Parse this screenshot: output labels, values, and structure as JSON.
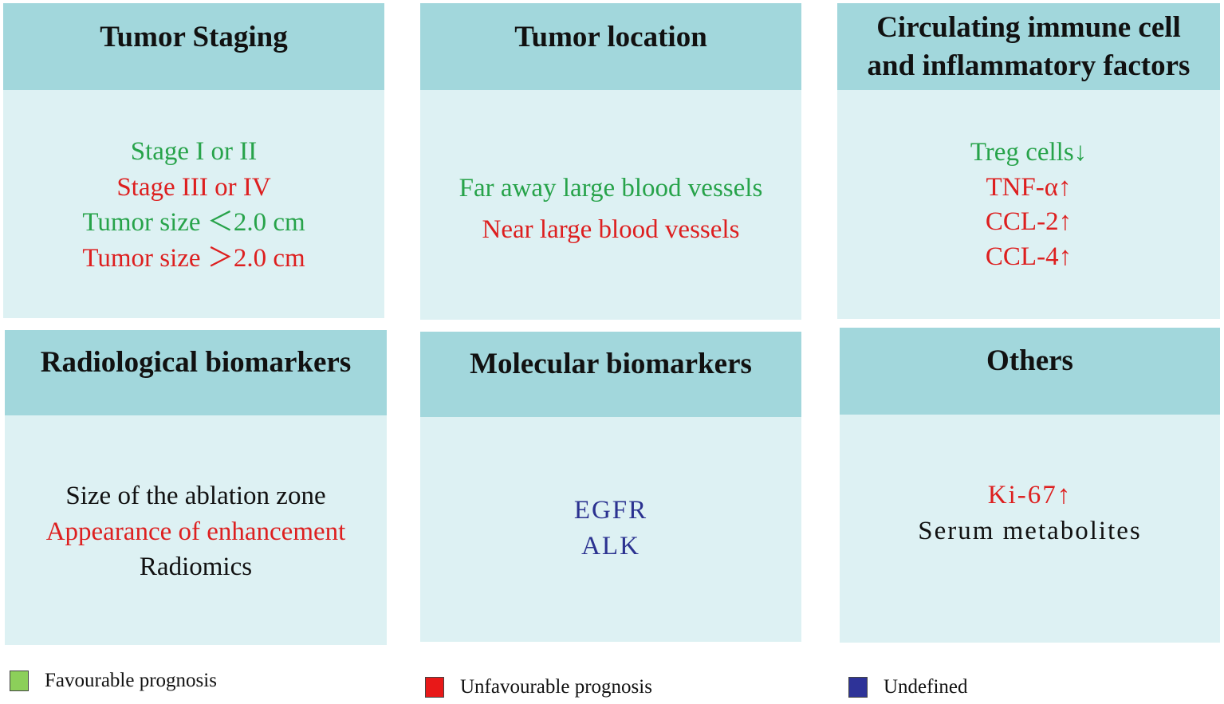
{
  "colors": {
    "favourable": "#27a34a",
    "unfavourable": "#dd1f1f",
    "undefined": "#2b3290",
    "neutral": "#111111"
  },
  "cards": {
    "tumor_staging": {
      "title": [
        "Tumor Staging"
      ],
      "items": [
        "Stage I or II",
        "Stage III or IV",
        "Tumor size ＜2.0 cm",
        "Tumor size ＞2.0 cm"
      ]
    },
    "tumor_location": {
      "title": [
        "Tumor location"
      ],
      "items": [
        "Far away large blood vessels",
        "Near large blood vessels"
      ]
    },
    "circulating": {
      "title": [
        "Circulating immune cell",
        "and inflammatory factors"
      ],
      "items": [
        "Treg cells↓",
        "TNF-α↑",
        "CCL-2↑",
        "CCL-4↑"
      ]
    },
    "radiological": {
      "title": [
        "Radiological biomarkers"
      ],
      "items": [
        "Size of the ablation zone",
        "Appearance of enhancement",
        "Radiomics"
      ]
    },
    "molecular": {
      "title": [
        "Molecular biomarkers"
      ],
      "items": [
        "EGFR",
        "ALK"
      ]
    },
    "others": {
      "title": [
        "Others"
      ],
      "items": [
        "Ki-67↑",
        "Serum metabolites"
      ]
    }
  },
  "legend": {
    "favourable": {
      "label": "Favourable prognosis",
      "color": "#8ccf5a"
    },
    "unfavourable": {
      "label": "Unfavourable prognosis",
      "color": "#e81818"
    },
    "undefined": {
      "label": "Undefined",
      "color": "#2e3398"
    }
  }
}
